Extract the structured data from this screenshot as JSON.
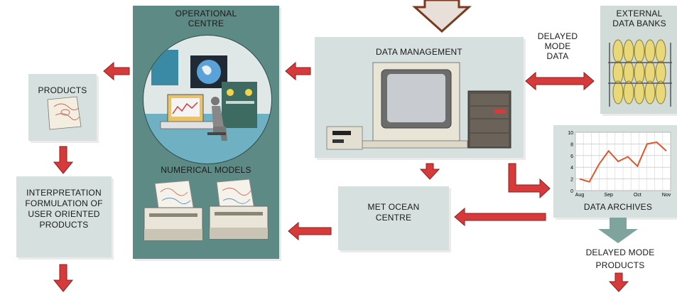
{
  "boxes": {
    "operational_centre": "OPERATIONAL CENTRE",
    "numerical_models": "NUMERICAL MODELS",
    "data_management": "DATA MANAGEMENT",
    "delayed_mode_data": "DELAYED MODE DATA",
    "external_data_banks": "EXTERNAL DATA BANKS",
    "products": "PRODUCTS",
    "interpretation": "INTERPRETATION FORMULATION OF USER ORIENTED PRODUCTS",
    "met_ocean_centre": "MET OCEAN CENTRE",
    "data_archives": "DATA ARCHIVES",
    "delayed_mode_products": "DELAYED MODE PRODUCTS"
  },
  "chart_data": {
    "type": "line",
    "categories": [
      "Aug",
      "",
      "Sep",
      "",
      "Oct",
      "",
      "Nov"
    ],
    "ticks_x": [
      "Aug",
      "Sep",
      "Oct",
      "Nov"
    ],
    "ylim": [
      0,
      10
    ],
    "ticks_y": [
      "0",
      "2",
      "4",
      "6",
      "8",
      "10"
    ],
    "values": [
      2,
      1.5,
      4.5,
      6.8,
      5,
      5.8,
      4.2,
      8,
      8.3,
      6.8
    ],
    "grid": true
  },
  "colors": {
    "panel": "#d6e0de",
    "panel_dark": "#5e8a85",
    "arrow": "#d63a3a",
    "line": "#e0552a"
  }
}
